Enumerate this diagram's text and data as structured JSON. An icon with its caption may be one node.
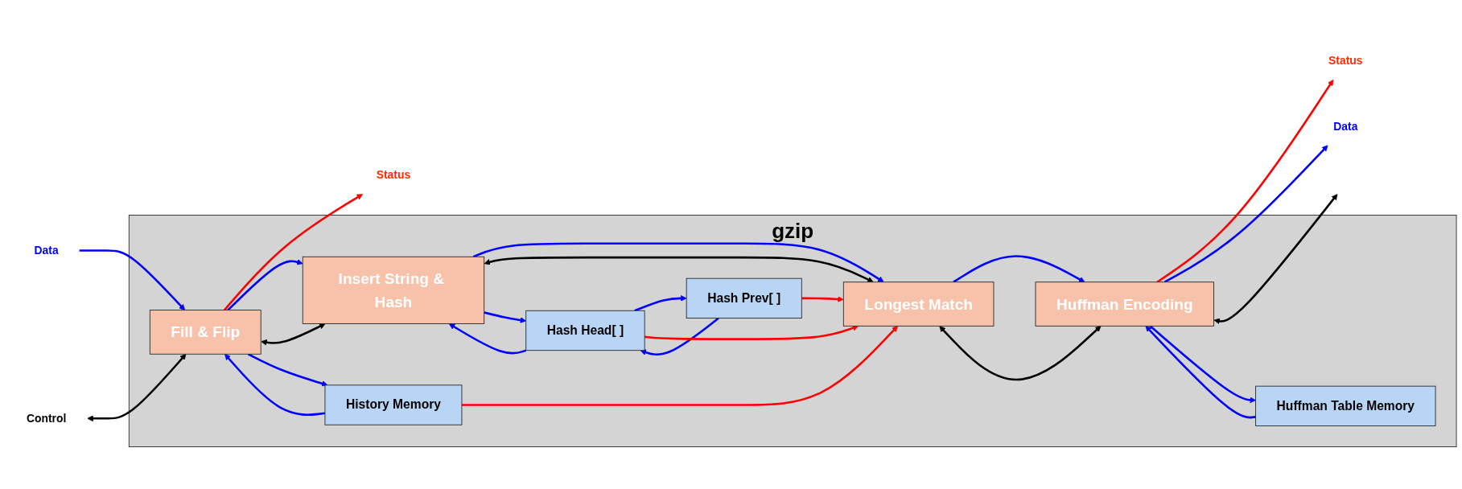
{
  "diagram": {
    "nodes": [
      {
        "text": [
          "gzip"
        ]
      },
      {
        "text": [
          "Fill & Flip"
        ],
        "in": 0
      },
      {
        "text": [
          "Insert String & Hash"
        ],
        "in": 0
      },
      {
        "text": [
          "Longest Match"
        ],
        "in": 0
      },
      {
        "text": [
          "Huffman Encoding"
        ],
        "in": 0
      },
      {
        "text": [
          "History Memory"
        ],
        "in": 0
      },
      {
        "text": [
          "Hash Head[ ]"
        ],
        "in": 0
      },
      {
        "text": [
          "Hash Prev[ ]"
        ],
        "in": 0
      },
      {
        "text": [
          "Huffman Table Memory"
        ],
        "in": 0
      },
      {
        "text": [
          "Status"
        ]
      },
      {
        "text": [
          "Data"
        ]
      },
      {
        "text": [
          "Control"
        ]
      },
      {
        "text": [
          "Status"
        ]
      },
      {
        "text": [
          "Data"
        ]
      }
    ],
    "edges": [
      {
        "from": 1,
        "to": 9,
        "arrow": "to",
        "color": "#ff0000"
      },
      {
        "from": 10,
        "to": 1,
        "arrow": "to"
      },
      {
        "from": 11,
        "to": 1,
        "arrow": "both",
        "color": "#000000"
      },
      {
        "from": 1,
        "to": 2,
        "arrow": "to"
      },
      {
        "from": 1,
        "to": 2,
        "arrow": "both",
        "color": "#000000"
      },
      {
        "from": 2,
        "to": 3,
        "arrow": "to"
      },
      {
        "from": 2,
        "to": 3,
        "arrow": "both",
        "color": "#000000"
      },
      {
        "from": 3,
        "to": 4,
        "arrow": "to"
      },
      {
        "from": 3,
        "to": 4,
        "arrow": "both",
        "color": "#000000"
      },
      {
        "from": 4,
        "to": 12,
        "arrow": "to",
        "color": "#ff0000"
      },
      {
        "from": 4,
        "to": 13,
        "arrow": "to"
      },
      {
        "from": 4,
        "to": null,
        "arrow": "both",
        "color": "#000000"
      },
      {
        "from": 1,
        "to": 5,
        "arrow": "to"
      },
      {
        "from": 5,
        "to": 1,
        "arrow": "to"
      },
      {
        "from": 5,
        "to": 3,
        "arrow": "to",
        "color": "#ff0000"
      },
      {
        "from": 2,
        "to": 6,
        "arrow": "to"
      },
      {
        "from": 6,
        "to": 2,
        "arrow": "to"
      },
      {
        "from": 6,
        "to": 7,
        "arrow": "to"
      },
      {
        "from": 7,
        "to": 6,
        "arrow": "to"
      },
      {
        "from": 6,
        "to": 3,
        "arrow": "to",
        "color": "#ff0000"
      },
      {
        "from": 7,
        "to": 3,
        "arrow": "to",
        "color": "#ff0000"
      },
      {
        "from": 4,
        "to": 8,
        "arrow": "to"
      },
      {
        "from": 8,
        "to": 4,
        "arrow": "to"
      }
    ]
  }
}
